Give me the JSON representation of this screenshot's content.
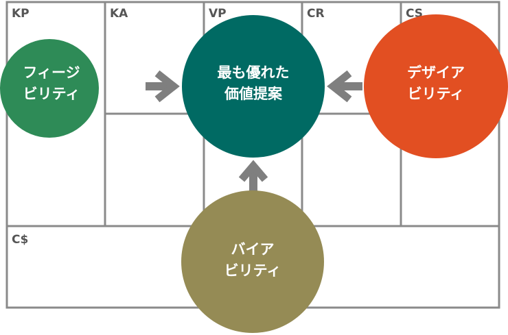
{
  "canvas": {
    "cells": [
      {
        "id": "kp",
        "label": "KP"
      },
      {
        "id": "ka",
        "label": "KA"
      },
      {
        "id": "vp",
        "label": "VP"
      },
      {
        "id": "cr",
        "label": "CR"
      },
      {
        "id": "cs",
        "label": "CS"
      },
      {
        "id": "cost",
        "label": "C$"
      }
    ]
  },
  "circles": [
    {
      "id": "feasibility",
      "lines": [
        "フィージ",
        "ビリティ"
      ],
      "color": "#2e8b57"
    },
    {
      "id": "value",
      "lines": [
        "最も優れた",
        "価値提案"
      ],
      "color": "#006a63"
    },
    {
      "id": "desirability",
      "lines": [
        "デザイア",
        "ビリティ"
      ],
      "color": "#e24f22"
    },
    {
      "id": "viability",
      "lines": [
        "バイア",
        "ビリティ"
      ],
      "color": "#958b55"
    }
  ],
  "colors": {
    "grid": "#8a8a8a",
    "arrow": "#7f7f7f",
    "cell_label": "#555555"
  }
}
